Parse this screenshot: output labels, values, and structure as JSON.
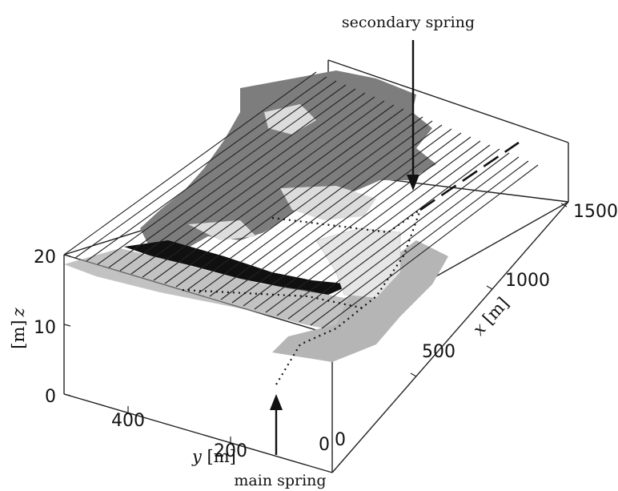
{
  "annotations": {
    "secondary_spring": "secondary spring",
    "main_spring": "main spring"
  },
  "axes": {
    "z": {
      "label_var": "z",
      "label_unit": " [m]",
      "ticks": [
        "20",
        "10",
        "0"
      ]
    },
    "y": {
      "label_var": "y",
      "label_unit": " [m]",
      "ticks": [
        "400",
        "200",
        "0"
      ]
    },
    "x": {
      "label_var": "x",
      "label_unit": " [m]",
      "ticks": [
        "0",
        "500",
        "1000",
        "1500"
      ]
    }
  },
  "colors": {
    "surface_dark": "#7d7d7d",
    "surface_mid": "#a9a9a9",
    "surface_light": "#d9d9d9",
    "ridge_black": "#101010",
    "lines": "#222222"
  }
}
